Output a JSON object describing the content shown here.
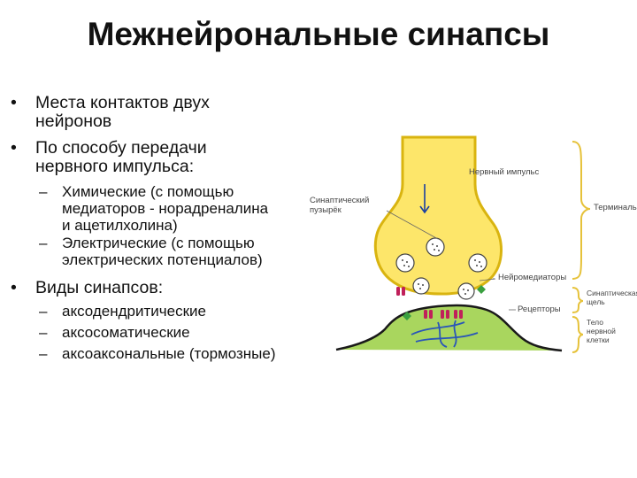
{
  "title": "Межнейрональные синапсы",
  "bullets": [
    {
      "lines": [
        "Места  контактов двух",
        "нейронов"
      ]
    },
    {
      "lines": [
        "По способу передачи",
        "нервного импульса:"
      ],
      "sub": [
        {
          "lines": [
            "Химические (с помощью",
            "медиаторов - норадреналина",
            "и ацетилхолина)"
          ]
        },
        {
          "lines": [
            "Электрические (с помощью",
            "электрических потенциалов)"
          ]
        }
      ]
    },
    {
      "lines": [
        "Виды синапсов:"
      ],
      "sub": [
        {
          "lines": [
            "аксодендритические"
          ]
        },
        {
          "lines": [
            "аксосоматические"
          ]
        },
        {
          "lines": [
            "аксоаксональные (тормозные)"
          ]
        }
      ]
    }
  ],
  "bullet_glyph": "•",
  "dash_glyph": "–",
  "figure": {
    "labels": {
      "impulse": "Нервный импульс",
      "vesicle": [
        "Синаптический",
        "пузырёк"
      ],
      "terminal": "Терминаль",
      "neurotransmitters": "Нейромедиаторы",
      "cleft": [
        "Синаптическая",
        "щель"
      ],
      "receptors": "Рецепторы",
      "cell_body": [
        "Тело",
        "нервной",
        "клетки"
      ]
    },
    "colors": {
      "terminal_fill": "#fde66a",
      "terminal_stroke": "#d9b410",
      "cell_fill": "#a9d65e",
      "cell_stroke": "#6a9e2a",
      "receptor": "#c0205a",
      "transmitter": "#3aa040",
      "brace": "#e6c23a",
      "dendrite_lines": "#2a56b8"
    }
  }
}
